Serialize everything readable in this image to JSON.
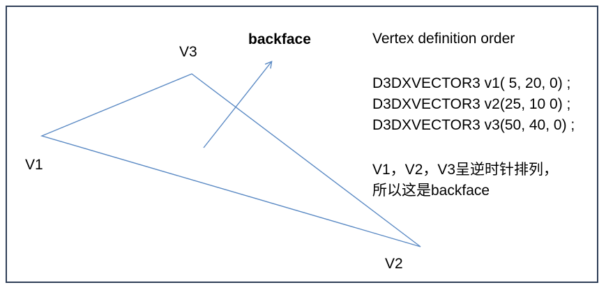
{
  "diagram": {
    "title": "backface",
    "vertex_labels": {
      "v1": "V1",
      "v2": "V2",
      "v3": "V3"
    },
    "line_color": "#5b8ac4",
    "frame_color": "#2e3e57"
  },
  "notes": {
    "heading": "Vertex definition order",
    "code_lines": [
      "D3DXVECTOR3 v1( 5, 20, 0) ;",
      "D3DXVECTOR3 v2(25, 10 0) ;",
      "D3DXVECTOR3 v3(50, 40, 0) ;"
    ],
    "explanation_lines": [
      "V1，V2，V3呈逆时针排列，",
      "所以这是backface"
    ]
  }
}
